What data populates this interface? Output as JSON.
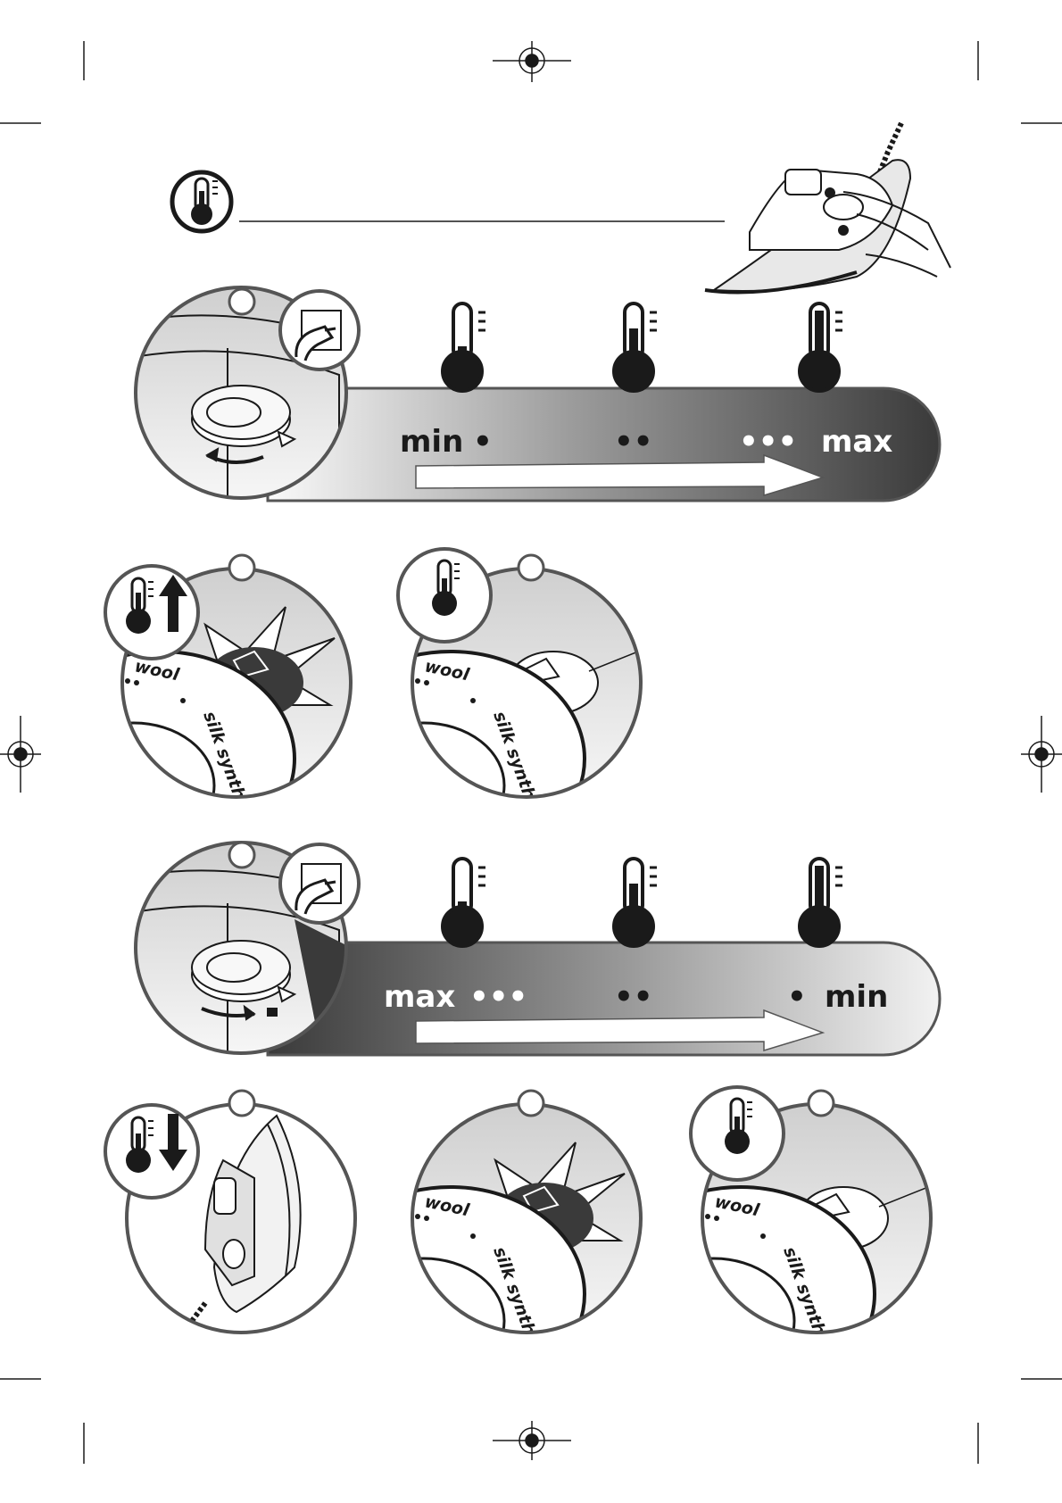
{
  "colors": {
    "ink": "#1a1a1a",
    "bar_dark": "#3a3a3a",
    "bar_light": "#f4f4f4",
    "circle_bg": "#e6e6e6"
  },
  "icons": {
    "header": "thermometer-icon",
    "increase": "thermometer-up-arrow-icon",
    "decrease": "thermometer-down-arrow-icon",
    "plug": "plug-socket-icon",
    "ready": "thermometer-icon"
  },
  "bar1": {
    "left": "min",
    "middle": "",
    "right": "max",
    "dots_left": "•",
    "dots_middle": "••",
    "dots_right": "•••"
  },
  "bar2": {
    "left": "max",
    "right": "min",
    "dots_left": "•••",
    "dots_middle": "••",
    "dots_right": "•"
  },
  "dial": {
    "label_top": "wool",
    "label_side": "silk synth."
  }
}
